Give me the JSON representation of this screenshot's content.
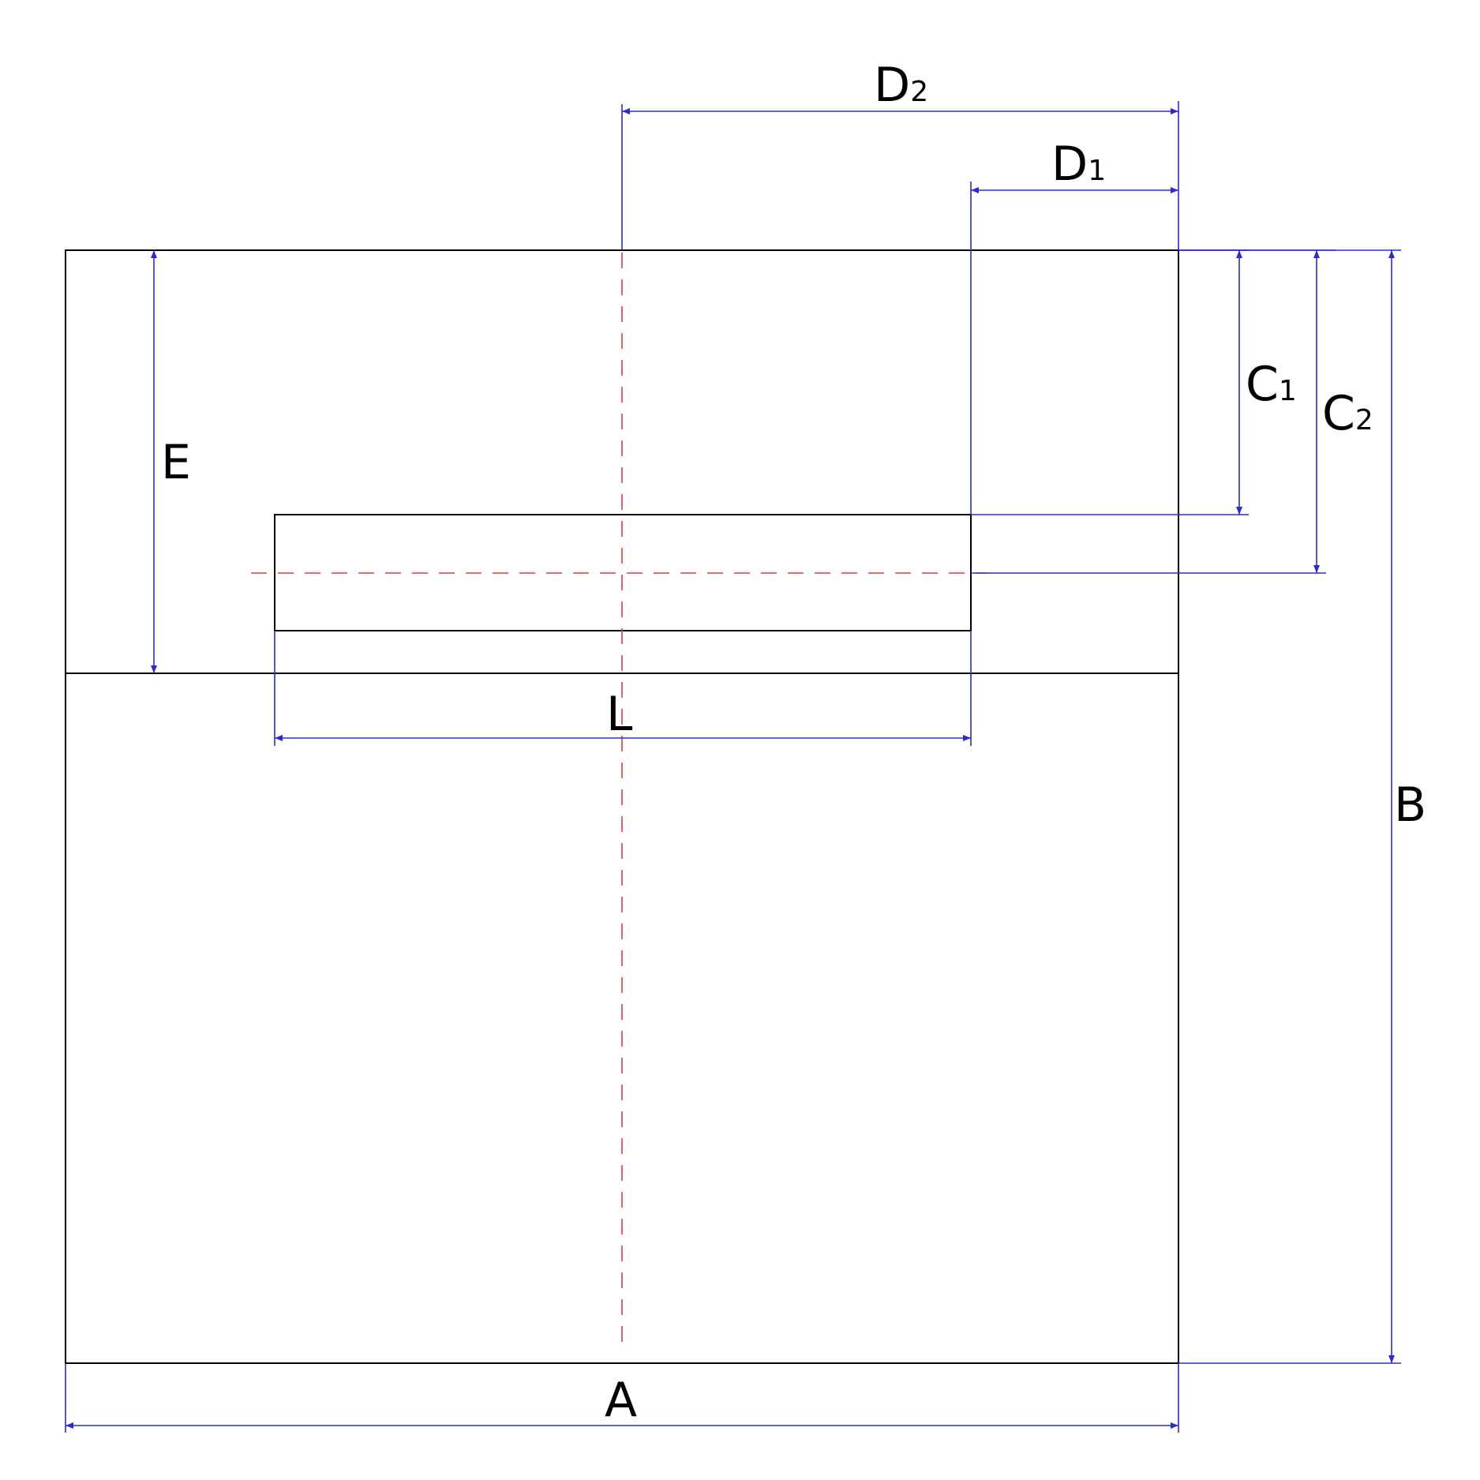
{
  "diagram": {
    "labels": {
      "A": {
        "main": "A",
        "sub": ""
      },
      "B": {
        "main": "B",
        "sub": ""
      },
      "C1": {
        "main": "C",
        "sub": "1"
      },
      "C2": {
        "main": "C",
        "sub": "2"
      },
      "D1": {
        "main": "D",
        "sub": "1"
      },
      "D2": {
        "main": "D",
        "sub": "2"
      },
      "E": {
        "main": "E",
        "sub": ""
      },
      "L": {
        "main": "L",
        "sub": ""
      }
    },
    "colors": {
      "outline": "#000000",
      "dimension": "#2b2bd6",
      "centerline": "#e53b3b"
    }
  }
}
